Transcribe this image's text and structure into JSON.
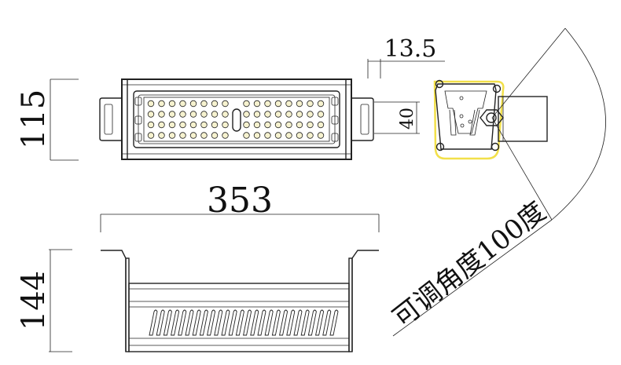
{
  "dimensions": {
    "height_top": "115",
    "tab_offset": "13.5",
    "tab_height": "40",
    "width": "353",
    "height_bottom": "144"
  },
  "angle_note": "可调角度100度",
  "colors": {
    "line": "#222222",
    "bracket_highlight": "#f2e04a"
  }
}
